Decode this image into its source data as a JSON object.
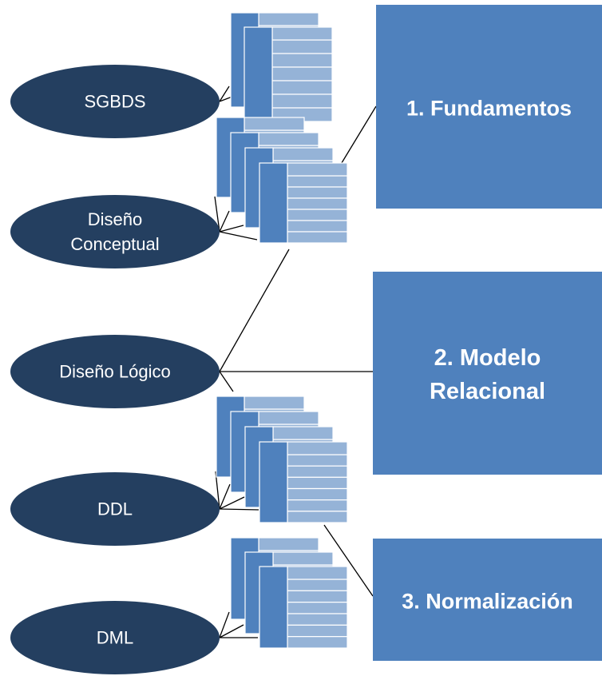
{
  "colors": {
    "ellipse_fill": "#243f60",
    "box_fill": "#4f81bd",
    "card_dark": "#4f81bd",
    "card_light": "#95b3d7",
    "card_border": "#ffffff",
    "connector": "#000000",
    "ellipse_text": "#ffffff",
    "box_text": "#ffffff"
  },
  "nodes": [
    {
      "id": "sgbds",
      "lines": [
        "SGBDS"
      ]
    },
    {
      "id": "diseno-conceptual",
      "lines": [
        "Diseño",
        "Conceptual"
      ]
    },
    {
      "id": "diseno-logico",
      "lines": [
        "Diseño Lógico"
      ]
    },
    {
      "id": "ddl",
      "lines": [
        "DDL"
      ]
    },
    {
      "id": "dml",
      "lines": [
        "DML"
      ]
    }
  ],
  "sections": [
    {
      "id": "fundamentos",
      "lines": [
        "1. Fundamentos"
      ]
    },
    {
      "id": "modelo-relacional",
      "lines": [
        "2. Modelo",
        "Relacional"
      ]
    },
    {
      "id": "normalizacion",
      "lines": [
        "3. Normalización"
      ]
    }
  ],
  "card_stacks": [
    {
      "id": "sgbds-cards",
      "count": 2
    },
    {
      "id": "conceptual-cards",
      "count": 4
    },
    {
      "id": "ddl-cards",
      "count": 4
    },
    {
      "id": "dml-cards",
      "count": 3
    }
  ]
}
